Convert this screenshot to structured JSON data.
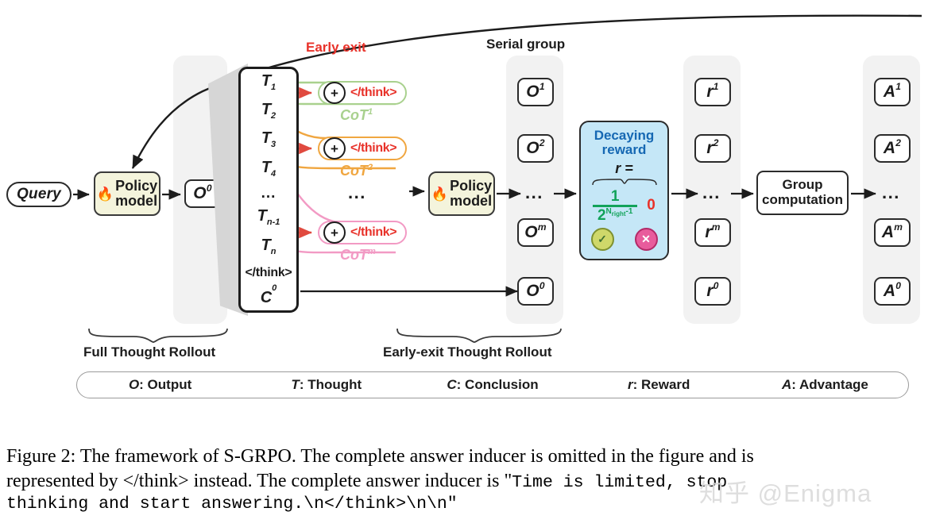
{
  "figure": {
    "labels": {
      "early_exit": "Early exit",
      "serial_group": "Serial group",
      "full_rollout": "Full Thought Rollout",
      "early_exit_rollout": "Early-exit Thought Rollout"
    },
    "query_box": "Query",
    "policy_model": {
      "line1": "Policy",
      "line2": "model",
      "icon": "fire-emoji",
      "glyph": "🔥"
    },
    "output_initial": {
      "sym": "O",
      "sup": "0"
    },
    "thought_stack": {
      "items": [
        {
          "sym": "T",
          "sub": "1"
        },
        {
          "sym": "T",
          "sub": "2"
        },
        {
          "sym": "T",
          "sub": "3"
        },
        {
          "sym": "T",
          "sub": "4"
        },
        {
          "sym": "...",
          "sub": ""
        },
        {
          "sym": "T",
          "sub": "n-1"
        },
        {
          "sym": "T",
          "sub": "n"
        }
      ],
      "think_tag": "</think>",
      "conclusion": {
        "sym": "C",
        "sup": "0"
      }
    },
    "early_exits": [
      {
        "plus": "+",
        "tag": "</think>",
        "cot": "CoT",
        "cot_sup": "1",
        "color": "#a9d18e"
      },
      {
        "plus": "+",
        "tag": "</think>",
        "cot": "CoT",
        "cot_sup": "2",
        "color": "#f0a640"
      },
      {
        "plus": "+",
        "tag": "</think>",
        "cot": "CoT",
        "cot_sup": "m",
        "color": "#f29ac4"
      }
    ],
    "exit_dots": "...",
    "serial_group_column": {
      "items": [
        {
          "sym": "O",
          "sup": "1"
        },
        {
          "sym": "O",
          "sup": "2"
        },
        {
          "sym": "O",
          "sup": "m"
        },
        {
          "sym": "O",
          "sup": "0"
        }
      ],
      "dots": "..."
    },
    "decaying_reward": {
      "title_line1": "Decaying",
      "title_line2": "reward",
      "equation": "r =",
      "numerator": "1",
      "denominator_base": "2",
      "denominator_exp_n": "N",
      "denominator_exp_sub": "right",
      "denominator_exp_tail": "-1",
      "zero": "0",
      "correct_icon": "check-circle-icon",
      "correct_glyph": "✓",
      "wrong_icon": "cross-circle-icon",
      "wrong_glyph": "✕",
      "accent": "#1668b3",
      "green": "#12a35a",
      "red": "#e8322a"
    },
    "reward_column": {
      "items": [
        {
          "sym": "r",
          "sup": "1"
        },
        {
          "sym": "r",
          "sup": "2"
        },
        {
          "sym": "r",
          "sup": "m"
        },
        {
          "sym": "r",
          "sup": "0"
        }
      ],
      "dots": "..."
    },
    "group_computation": {
      "line1": "Group",
      "line2": "computation"
    },
    "advantage_column": {
      "items": [
        {
          "sym": "A",
          "sup": "1"
        },
        {
          "sym": "A",
          "sup": "2"
        },
        {
          "sym": "A",
          "sup": "m"
        },
        {
          "sym": "A",
          "sup": "0"
        }
      ],
      "dots": "..."
    },
    "legend": [
      {
        "key": "O",
        "value": ": Output"
      },
      {
        "key": "T",
        "value": ": Thought"
      },
      {
        "key": "C",
        "value": ": Conclusion"
      },
      {
        "key": "r",
        "value": ": Reward"
      },
      {
        "key": "A",
        "value": ": Advantage"
      }
    ]
  },
  "caption": {
    "line1_a": "Figure 2: The framework of S-GRPO. The complete answer inducer is omitted in the figure and is",
    "line2_a": "represented by </think> instead. The complete answer inducer is \"",
    "line2_mono": "Time is limited, stop",
    "line3_mono": "thinking and start answering.\\n</think>\\n\\n\""
  },
  "watermark": "知乎 @Enigma"
}
